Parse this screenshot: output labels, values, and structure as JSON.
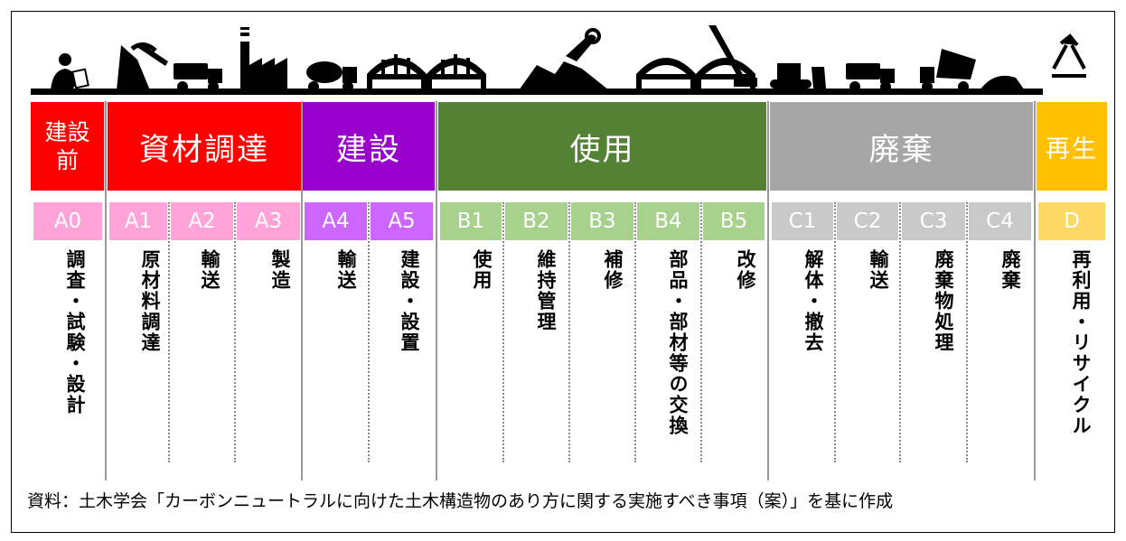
{
  "phases": [
    {
      "id": "pre",
      "label": "建設\n前",
      "color": "#ff0000"
    },
    {
      "id": "material",
      "label": "資材調達",
      "color": "#ff0000"
    },
    {
      "id": "construction",
      "label": "建設",
      "color": "#9900cc"
    },
    {
      "id": "use",
      "label": "使用",
      "color": "#548235"
    },
    {
      "id": "disposal",
      "label": "廃棄",
      "color": "#a6a6a6"
    },
    {
      "id": "recycle",
      "label": "再生",
      "color": "#ffc000"
    }
  ],
  "stages": [
    {
      "code": "A0",
      "desc": "調査・試験・設計",
      "color": "#ffa3d9"
    },
    {
      "code": "A1",
      "desc": "原材料調達",
      "color": "#ffa3d9"
    },
    {
      "code": "A2",
      "desc": "輸送",
      "color": "#ffa3d9"
    },
    {
      "code": "A3",
      "desc": "製造",
      "color": "#ffa3d9"
    },
    {
      "code": "A4",
      "desc": "輸送",
      "color": "#cc66ff"
    },
    {
      "code": "A5",
      "desc": "建設・設置",
      "color": "#cc66ff"
    },
    {
      "code": "B1",
      "desc": "使用",
      "color": "#a9d18e"
    },
    {
      "code": "B2",
      "desc": "維持管理",
      "color": "#a9d18e"
    },
    {
      "code": "B3",
      "desc": "補修",
      "color": "#a9d18e"
    },
    {
      "code": "B4",
      "desc": "部品・部材等の交換",
      "color": "#a9d18e"
    },
    {
      "code": "B5",
      "desc": "改修",
      "color": "#a9d18e"
    },
    {
      "code": "C1",
      "desc": "解体・撤去",
      "color": "#c9c9c9"
    },
    {
      "code": "C2",
      "desc": "輸送",
      "color": "#c9c9c9"
    },
    {
      "code": "C3",
      "desc": "廃棄物処理",
      "color": "#c9c9c9"
    },
    {
      "code": "C4",
      "desc": "廃棄",
      "color": "#c9c9c9"
    },
    {
      "code": "D",
      "desc": "再利用・リサイクル",
      "color": "#ffd966"
    }
  ],
  "icons": [
    "person-with-document-icon",
    "mining-pickaxe-icon",
    "dump-truck-icon",
    "factory-icon",
    "concrete-mixer-truck-icon",
    "arch-bridge-icon",
    "handshake-wrench-icon",
    "bridge-with-crane-icon",
    "bulldozer-icon",
    "dump-truck-icon",
    "tipping-dump-truck-icon",
    "recycle-icon"
  ],
  "caption": "資料：土木学会「カーボンニュートラルに向けた土木構造物のあり方に関する実施すべき事項（案）」を基に作成"
}
